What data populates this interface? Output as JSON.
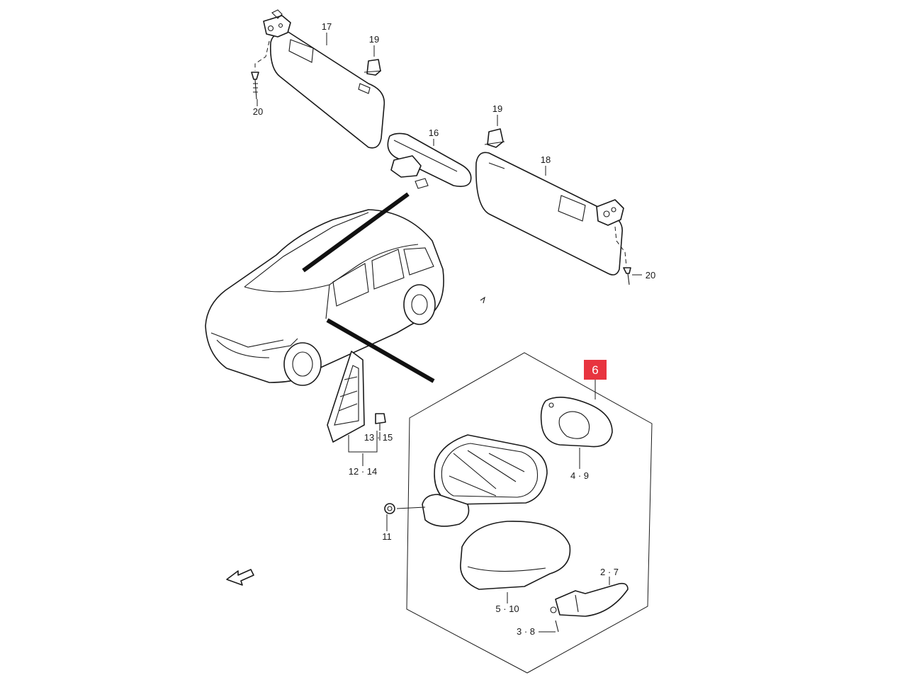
{
  "highlight": {
    "label": "6",
    "color": "#e8343f"
  },
  "callouts": [
    {
      "id": "c17",
      "text": "17"
    },
    {
      "id": "c19a",
      "text": "19"
    },
    {
      "id": "c20a",
      "text": "20"
    },
    {
      "id": "c16",
      "text": "16"
    },
    {
      "id": "c19b",
      "text": "19"
    },
    {
      "id": "c18",
      "text": "18"
    },
    {
      "id": "c20b",
      "text": "20"
    },
    {
      "id": "c13",
      "text": "13 · 15"
    },
    {
      "id": "c12",
      "text": "12 · 14"
    },
    {
      "id": "c4",
      "text": "4 · 9"
    },
    {
      "id": "c11",
      "text": "11"
    },
    {
      "id": "c2",
      "text": "2 · 7"
    },
    {
      "id": "c5",
      "text": "5 · 10"
    },
    {
      "id": "c3",
      "text": "3 · 8"
    }
  ],
  "icons": {
    "front_arrow": "front-direction-arrow-icon",
    "sun_visor": "sun-visor-icon",
    "clip": "clip-icon",
    "screw": "screw-icon",
    "mirror": "mirror-icon",
    "car": "car-icon"
  }
}
